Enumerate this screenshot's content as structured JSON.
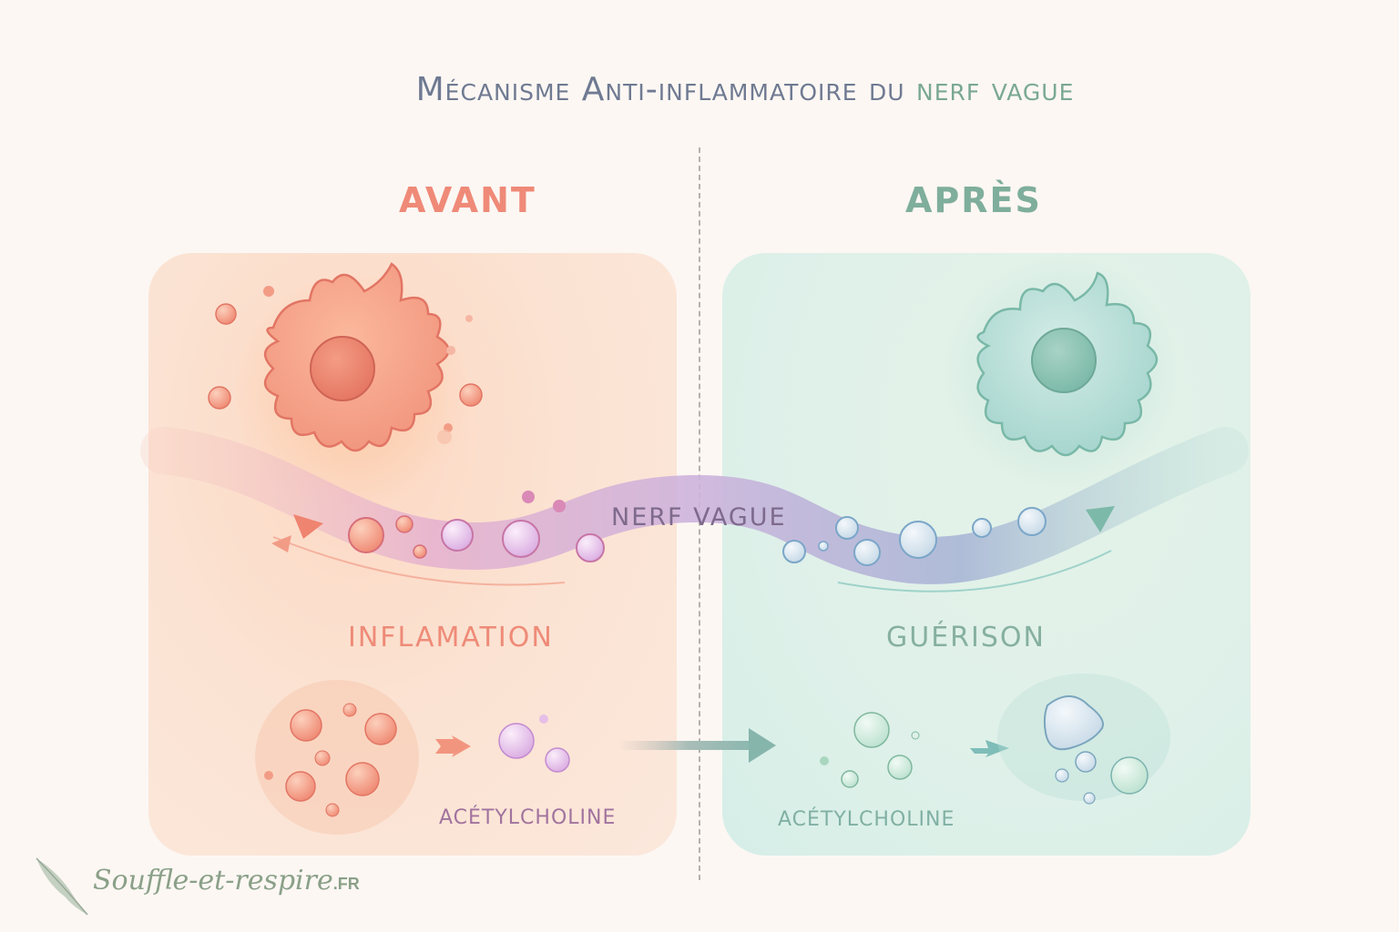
{
  "header": {
    "title_main": "Mécanisme Anti-inflammatoire du ",
    "title_accent": "nerf vague"
  },
  "columns": {
    "before": {
      "heading": "AVANT",
      "state_label": "INFLAMATION",
      "molecule_label": "ACÉTYLCHOLINE",
      "color": "#ef8a78"
    },
    "after": {
      "heading": "APRÈS",
      "state_label": "GUÉRISON",
      "molecule_label": "ACÉTYLCHOLINE",
      "color": "#7fae9c"
    }
  },
  "nerve": {
    "label": "NERF VAGUE",
    "color": "#c9aed6"
  },
  "footer": {
    "brand": "Souffle-et-respire",
    "tld": ".FR",
    "icon": "feather-icon"
  },
  "colors": {
    "background": "#fcf7f3",
    "inflammation": "#ef8a78",
    "healing": "#7fae9c",
    "title": "#6f7a92",
    "divider": "#b7b1ad"
  }
}
